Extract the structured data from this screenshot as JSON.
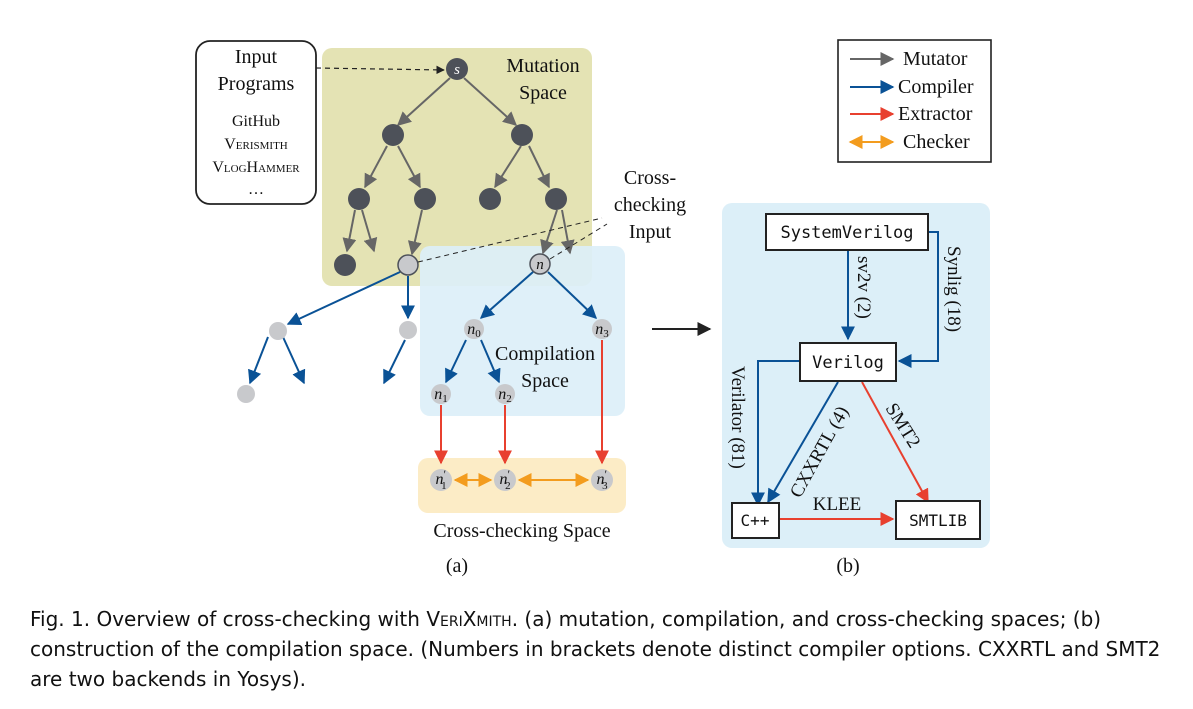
{
  "panel_a": {
    "input_box": {
      "title_line1": "Input",
      "title_line2": "Programs",
      "sources": [
        "GitHub",
        "Verismith",
        "VlogHammer",
        "…"
      ]
    },
    "mutation_space": {
      "line1": "Mutation",
      "line2": "Space"
    },
    "seed_label": "s",
    "cross_checking_input": {
      "line1": "Cross-",
      "line2": "checking",
      "line3": "Input"
    },
    "node_n": "n",
    "node_n0": "n",
    "node_n0_sub": "0",
    "node_n1": "n",
    "node_n1_sub": "1",
    "node_n2": "n",
    "node_n2_sub": "2",
    "node_n3": "n",
    "node_n3_sub": "3",
    "node_n1p": "n",
    "node_n1p_sub": "1",
    "node_n2p": "n",
    "node_n2p_sub": "2",
    "node_n3p": "n",
    "node_n3p_sub": "3",
    "prime": "′",
    "compilation_space": {
      "line1": "Compilation",
      "line2": "Space"
    },
    "cross_checking_space": "Cross-checking Space",
    "label": "(a)"
  },
  "legend": {
    "items": [
      {
        "label": "Mutator",
        "color": "#666666"
      },
      {
        "label": "Compiler",
        "color": "#0a5296"
      },
      {
        "label": "Extractor",
        "color": "#e8402f"
      },
      {
        "label": "Checker",
        "color": "#f39c1e"
      }
    ]
  },
  "panel_b": {
    "systemverilog": "SystemVerilog",
    "verilog": "Verilog",
    "cpp": "C++",
    "smtlib": "SMTLIB",
    "sv2v": "sv2v (2)",
    "synlig": "Synlig (18)",
    "verilator": "Verilator (81)",
    "cxxrtl": "CXXRTL (4)",
    "smt2": "SMT2",
    "klee": "KLEE",
    "label": "(b)"
  },
  "caption": {
    "prefix": "Fig. 1.  Overview of cross-checking with ",
    "tool": "VeriXmith",
    "rest": ". (a) mutation, compilation, and cross-checking spaces; (b) construction of the compilation space. (Numbers in brackets denote distinct compiler options. CXXRTL and SMT2 are two backends in Yosys)."
  },
  "colors": {
    "mutation_bg": "#e4e3b4",
    "compilation_bg": "#dceff8",
    "crosscheck_bg": "#fcecc6",
    "panel_b_bg": "#dceff8",
    "dark_node": "#4d5159",
    "light_node": "#c8c9cc"
  }
}
